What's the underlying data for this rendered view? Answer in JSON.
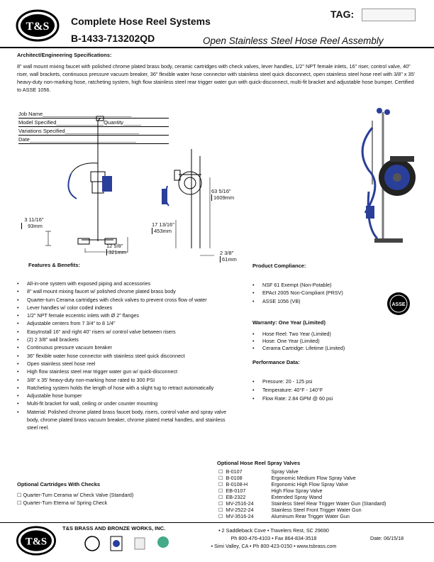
{
  "header": {
    "logo_text": "T&S",
    "title": "Complete Hose Reel Systems",
    "model": "B-1433-713202QD",
    "tag_label": "TAG:",
    "subtitle": "Open Stainless Steel Hose Reel Assembly"
  },
  "specs": {
    "heading": "Architect/Engineering Specifications:",
    "text": "8\" wall mount mixing faucet with polished chrome plated brass body, ceramic cartridges with check valves, lever handles, 1/2\" NPT female inlets, 16\" riser, control valve, 40\" riser, wall brackets, continuous pressure vacuum breaker, 36\" flexible water hose connector with stainless steel quick disconnect, open stainless steel hose reel with 3/8\" x 35' heavy-duty non-marking hose, ratcheting system, high flow stainless steel rear trigger water gun with quick-disconnect, multi-fit bracket and adjustable hose bumper. Certified to ASSE 1056."
  },
  "job": {
    "name": "Job Name______________________________",
    "model": "Model Specified________________Quantity______",
    "variations": "Variations Specified_________________________",
    "date": "Date____________________________________"
  },
  "dims": {
    "d1": "3 11/16\"",
    "d1mm": "93mm",
    "d2": "12 5/8\"",
    "d2mm": "321mm",
    "d3": "17 13/16\"",
    "d3mm": "453mm",
    "d4": "63 5/16\"",
    "d4mm": "1609mm",
    "d5": "2 3/8\"",
    "d5mm": "61mm"
  },
  "features": {
    "heading": "Features & Benefits:",
    "items": [
      "All-in-one system with exposed piping and accessories",
      "8\" wall mount mixing faucet w/ polished chrome plated brass body",
      "Quarter-turn Cerama cartridges with check valves to prevent cross flow of water",
      "Lever handles w/ color coded indexes",
      "1/2\" NPT female eccentric inlets with Ø 2\" flanges",
      "Adjustable centers from 7 3/4\" to 8 1/4\"",
      "EasyInstall 16\" and right 40\" risers w/ control valve between risers",
      "(2) 2 3/8\" wall brackets",
      "Continuous pressure vacuum breaker",
      "36\" flexible water hose connector with stainless steel quick disconnect",
      "Open stainless steel hose reel",
      "High flow stainless steel rear trigger water gun w/ quick-disconnect",
      "3/8\" x 35' heavy-duty non-marking hose rated to 300 PSI",
      "Ratcheting system holds the length of hose with a slight tug to retract automatically",
      "Adjustable hose bumper",
      "Multi-fit bracket for wall, ceiling or under counter mounting",
      "Material: Polished chrome plated brass faucet body, risers, control valve and spray valve body, chrome plated brass vacuum breaker, chrome plated metal handles, and stainless steel reel."
    ]
  },
  "compliance": {
    "heading": "Product Compliance:",
    "items": [
      "NSF 61 Exempt (Non-Potable)",
      "EPAct 2005 Non-Compliant (PRSV)",
      "ASSE 1056 (VB)"
    ],
    "badge": "ASSE"
  },
  "warranty": {
    "heading": "Warranty: One Year (Limited)",
    "items": [
      "Hose Reel: Two Year (Limited)",
      "Hose: One Year (Limited)",
      "Cerama Cartridge: Lifetime (Limited)"
    ]
  },
  "performance": {
    "heading": "Performance Data:",
    "items": [
      "Pressure: 20 - 125 psi",
      "Temperature: 40°F - 140°F",
      "Flow Rate: 2.84 GPM @ 60 psi"
    ]
  },
  "cartridges": {
    "heading": "Optional Cartridges With Checks",
    "items": [
      "Quarter-Turn Cerama w/ Check Valve (Standard)",
      "Quarter-Turn Eterna w/ Spring Check"
    ]
  },
  "valves": {
    "heading": "Optional Hose Reel Spray Valves",
    "rows": [
      [
        "B-0107",
        "Spray Valve"
      ],
      [
        "B-0108",
        "Ergonomic Medium Flow Spray Valve"
      ],
      [
        "B-0108-H",
        "Ergonomic High Flow Spray Valve"
      ],
      [
        "EB-0107",
        "High Flow Spray Valve"
      ],
      [
        "EB-2322",
        "Extended Spray Wand"
      ],
      [
        "MV-2516-24",
        "Stainless Steel Rear Trigger Water Gun (Standard)"
      ],
      [
        "MV-2522-24",
        "Stainless Steel Front Trigger Water Gun"
      ],
      [
        "MV-3516-24",
        "Aluminum Rear Trigger Water Gun"
      ]
    ]
  },
  "footer": {
    "company": "T&S BRASS AND BRONZE WORKS, INC.",
    "address1": "• 2 Saddleback Cove • Travelers Rest, SC 29690",
    "phone1": "Ph 800-476-4103 • Fax 864-834-3518",
    "address2": "• Simi Valley, CA • Ph 800-423-0150 • www.tsbrass.com",
    "date": "Date: 06/15/18"
  },
  "colors": {
    "hose_blue": "#2a3f9a",
    "reel_dark": "#222222",
    "rule": "#000000"
  }
}
